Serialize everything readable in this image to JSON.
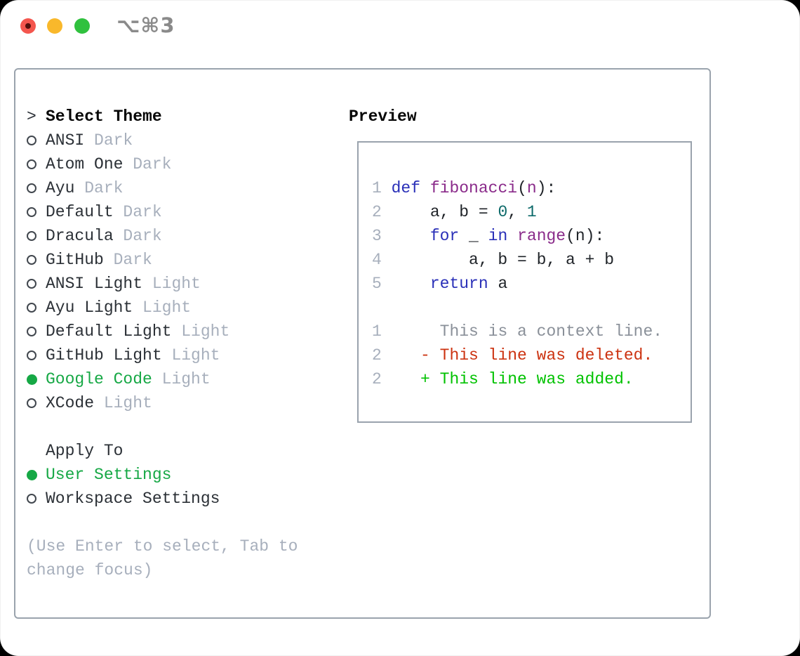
{
  "window": {
    "shortcut_label": "⌥⌘3",
    "traffic_lights": [
      "close",
      "minimize",
      "zoom"
    ]
  },
  "colors": {
    "selection_green": "#16a845",
    "diff_added_green": "#00c200",
    "diff_deleted_red": "#cc3311",
    "keyword_blue": "#2a30b8",
    "function_purple": "#8a2b8a",
    "number_teal": "#0d6a6a",
    "muted_gray": "#a7afbc",
    "panel_border_gray": "#9aa3ad"
  },
  "theme_panel": {
    "header": {
      "prefix": ">",
      "label": "Select Theme"
    },
    "themes": [
      {
        "name": "ANSI",
        "variant": "Dark",
        "selected": false
      },
      {
        "name": "Atom One",
        "variant": "Dark",
        "selected": false
      },
      {
        "name": "Ayu",
        "variant": "Dark",
        "selected": false
      },
      {
        "name": "Default",
        "variant": "Dark",
        "selected": false
      },
      {
        "name": "Dracula",
        "variant": "Dark",
        "selected": false
      },
      {
        "name": "GitHub",
        "variant": "Dark",
        "selected": false
      },
      {
        "name": "ANSI Light",
        "variant": "Light",
        "selected": false
      },
      {
        "name": "Ayu Light",
        "variant": "Light",
        "selected": false
      },
      {
        "name": "Default Light",
        "variant": "Light",
        "selected": false
      },
      {
        "name": "GitHub Light",
        "variant": "Light",
        "selected": false
      },
      {
        "name": "Google Code",
        "variant": "Light",
        "selected": true
      },
      {
        "name": "XCode",
        "variant": "Light",
        "selected": false
      }
    ],
    "apply_to": {
      "label": "Apply To",
      "options": [
        {
          "name": "User Settings",
          "selected": true
        },
        {
          "name": "Workspace Settings",
          "selected": false
        }
      ]
    },
    "hint_lines": [
      "(Use Enter to select, Tab to",
      "change focus)"
    ]
  },
  "preview": {
    "label": "Preview",
    "code_lines": [
      {
        "tokens": [
          {
            "t": "1 ",
            "c": "ln"
          },
          {
            "t": "def",
            "c": "kw"
          },
          {
            "t": " ",
            "c": "pl"
          },
          {
            "t": "fibonacci",
            "c": "fn"
          },
          {
            "t": "(",
            "c": "pl"
          },
          {
            "t": "n",
            "c": "param"
          },
          {
            "t": "):",
            "c": "pl"
          }
        ]
      },
      {
        "tokens": [
          {
            "t": "2 ",
            "c": "ln"
          },
          {
            "t": "    a, b = ",
            "c": "pl"
          },
          {
            "t": "0",
            "c": "num"
          },
          {
            "t": ", ",
            "c": "pl"
          },
          {
            "t": "1",
            "c": "num"
          }
        ]
      },
      {
        "tokens": [
          {
            "t": "3 ",
            "c": "ln"
          },
          {
            "t": "    ",
            "c": "pl"
          },
          {
            "t": "for",
            "c": "kw"
          },
          {
            "t": " _ ",
            "c": "pl"
          },
          {
            "t": "in",
            "c": "kw"
          },
          {
            "t": " ",
            "c": "pl"
          },
          {
            "t": "range",
            "c": "fn"
          },
          {
            "t": "(n):",
            "c": "pl"
          }
        ]
      },
      {
        "tokens": [
          {
            "t": "4 ",
            "c": "ln"
          },
          {
            "t": "        a, b = b, a + b",
            "c": "pl"
          }
        ]
      },
      {
        "tokens": [
          {
            "t": "5 ",
            "c": "ln"
          },
          {
            "t": "    ",
            "c": "pl"
          },
          {
            "t": "return",
            "c": "kw"
          },
          {
            "t": " a",
            "c": "pl"
          }
        ]
      },
      {
        "tokens": []
      },
      {
        "tokens": [
          {
            "t": "1",
            "c": "ln"
          },
          {
            "t": "      ",
            "c": "pl"
          },
          {
            "t": "This is a context line.",
            "c": "ctx"
          }
        ]
      },
      {
        "tokens": [
          {
            "t": "2",
            "c": "ln"
          },
          {
            "t": "    ",
            "c": "pl"
          },
          {
            "t": "- This line was deleted.",
            "c": "del"
          }
        ]
      },
      {
        "tokens": [
          {
            "t": "2",
            "c": "ln"
          },
          {
            "t": "    ",
            "c": "pl"
          },
          {
            "t": "+ This line was added.",
            "c": "add"
          }
        ]
      }
    ]
  }
}
